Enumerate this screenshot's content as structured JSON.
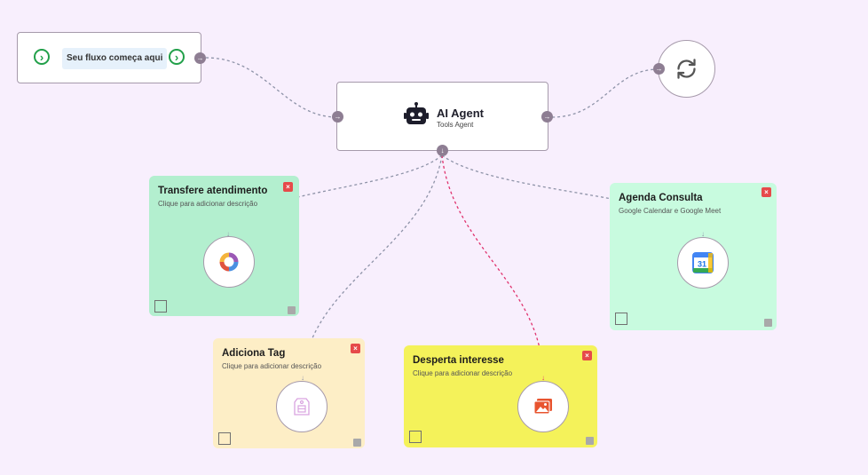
{
  "start": {
    "label": "Seu fluxo começa aqui",
    "icon": "chevron-right-circle-icon"
  },
  "agent": {
    "title": "AI Agent",
    "subtitle": "Tools Agent",
    "icon": "robot-icon"
  },
  "loop": {
    "icon": "sync-icon"
  },
  "tools": [
    {
      "title": "Transfere atendimento",
      "description": "Clique para adicionar descrição",
      "color": "#b3efcf",
      "icon": "chatwoot-icon"
    },
    {
      "title": "Agenda Consulta",
      "description": "Google Calendar e Google Meet",
      "color": "#c8fbdf",
      "icon": "google-calendar-icon",
      "icon_text": "31"
    },
    {
      "title": "Adiciona Tag",
      "description": "Clique para adicionar descrição",
      "color": "#fdeec6",
      "icon": "tag-icon"
    },
    {
      "title": "Desperta interesse",
      "description": "Clique para adicionar descrição",
      "color": "#f4f25a",
      "icon": "image-gallery-icon"
    }
  ],
  "colors": {
    "wire": "#8e93a8",
    "wire_active": "#e0336e",
    "port": "#8e7e93"
  },
  "close_glyph": "×",
  "port_glyph": "→",
  "port_down_glyph": "↓"
}
